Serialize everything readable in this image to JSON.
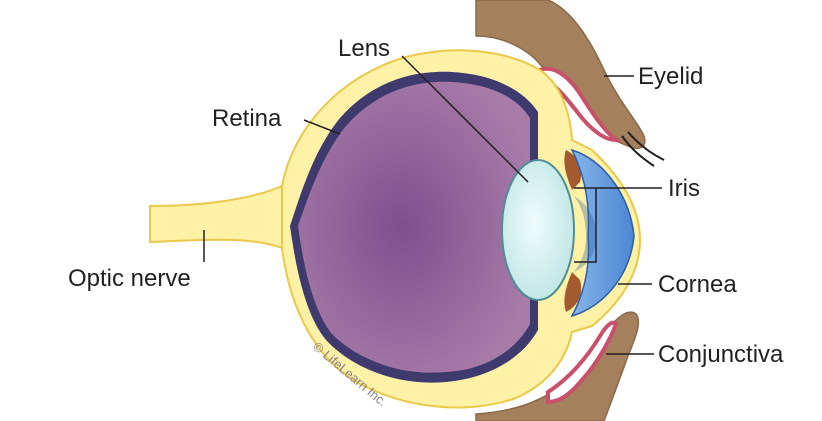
{
  "labels": {
    "lens": "Lens",
    "retina": "Retina",
    "optic_nerve": "Optic nerve",
    "eyelid": "Eyelid",
    "iris": "Iris",
    "cornea": "Cornea",
    "conjunctiva": "Conjunctiva"
  },
  "watermark": "© LifeLearn Inc.",
  "colors": {
    "sclera": "#fff1a6",
    "sclera_outline": "#e9c84a",
    "vitreous": "#9a6f9e",
    "vitreous_center": "#7d4f8e",
    "retina": "#3e3a6e",
    "lens": "#d7f1f0",
    "lens_outline": "#4d8f95",
    "iris_fill": "#4b86d3",
    "iris_light": "#86b5ea",
    "iris_brown": "#a35a2f",
    "eyelid": "#a4805d",
    "conjunctiva": "#c9506a"
  }
}
